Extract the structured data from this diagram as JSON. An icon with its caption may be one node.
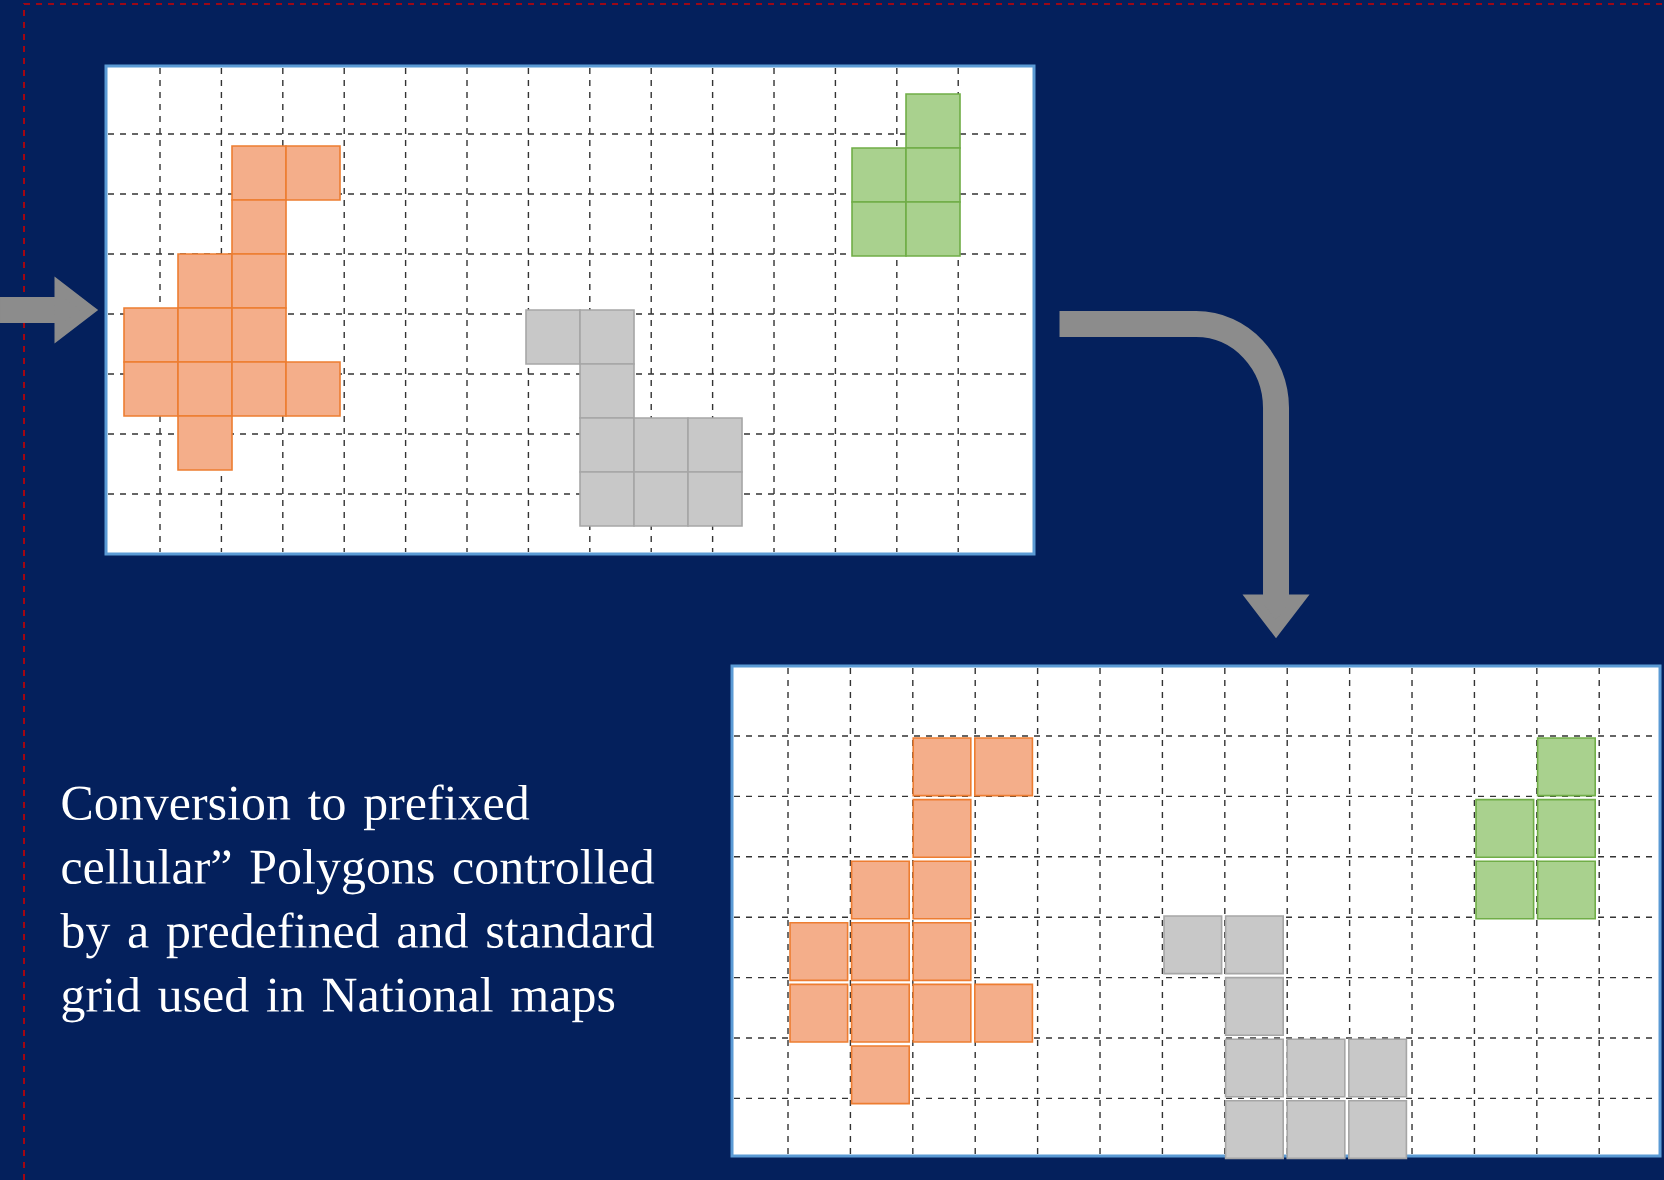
{
  "diagram": {
    "nodes": [
      {
        "text": [],
        "shape": "picture"
      },
      {
        "text": [],
        "shape": "picture"
      }
    ],
    "edges": [
      {
        "from": null,
        "to": 0,
        "arrow": "to"
      },
      {
        "from": 0,
        "to": 1,
        "arrow": "to"
      }
    ],
    "labels": [
      "Conversion to prefixed cellular” Polygons controlled by a predefined and standard grid used in National maps"
    ]
  }
}
